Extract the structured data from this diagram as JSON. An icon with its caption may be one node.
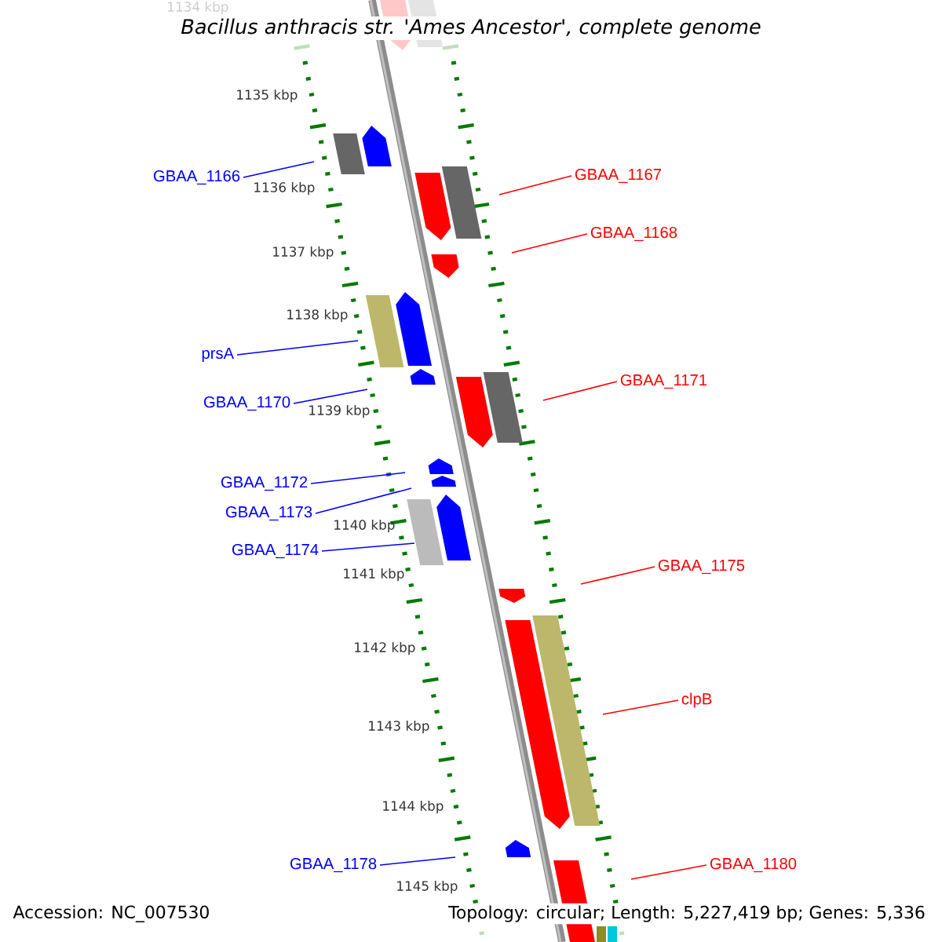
{
  "diagram": {
    "title": "Bacillus anthracis str. 'Ames Ancestor', complete genome",
    "nodes": [
      {
        "text": [
          "GBAA_1166"
        ]
      },
      {
        "text": [
          "GBAA_1167"
        ]
      },
      {
        "text": [
          "GBAA_1168"
        ]
      },
      {
        "text": [
          "prsA"
        ]
      },
      {
        "text": [
          "GBAA_1170"
        ]
      },
      {
        "text": [
          "GBAA_1171"
        ]
      },
      {
        "text": [
          "GBAA_1172"
        ]
      },
      {
        "text": [
          "GBAA_1173"
        ]
      },
      {
        "text": [
          "GBAA_1174"
        ]
      },
      {
        "text": [
          "GBAA_1175"
        ]
      },
      {
        "text": [
          "clpB"
        ]
      },
      {
        "text": [
          "GBAA_1178"
        ]
      },
      {
        "text": [
          "GBAA_1180"
        ]
      }
    ],
    "edges": [
      {
        "from": 0,
        "to": null,
        "arrow": "none"
      },
      {
        "from": 1,
        "to": null,
        "arrow": "none",
        "color": "#ff0000"
      },
      {
        "from": 2,
        "to": null,
        "arrow": "none",
        "color": "#ff0000"
      },
      {
        "from": 3,
        "to": null,
        "arrow": "none"
      },
      {
        "from": 4,
        "to": null,
        "arrow": "none"
      },
      {
        "from": 5,
        "to": null,
        "arrow": "none",
        "color": "#ff0000"
      },
      {
        "from": 6,
        "to": null,
        "arrow": "none"
      },
      {
        "from": 7,
        "to": null,
        "arrow": "none"
      },
      {
        "from": 8,
        "to": null,
        "arrow": "none"
      },
      {
        "from": 9,
        "to": null,
        "arrow": "none",
        "color": "#ff0000"
      },
      {
        "from": 10,
        "to": null,
        "arrow": "none",
        "color": "#ff0000"
      },
      {
        "from": 11,
        "to": null,
        "arrow": "none"
      },
      {
        "from": 12,
        "to": null,
        "arrow": "none",
        "color": "#ff0000"
      }
    ],
    "labels": [
      "1134 kbp",
      "1135 kbp",
      "1136 kbp",
      "1137 kbp",
      "1138 kbp",
      "1139 kbp",
      "1140 kbp",
      "1141 kbp",
      "1142 kbp",
      "1143 kbp",
      "1144 kbp",
      "1145 kbp",
      "Accession: NC_007530",
      "Topology: circular; Length: 5,227,419 bp; Genes: 5,336"
    ]
  }
}
